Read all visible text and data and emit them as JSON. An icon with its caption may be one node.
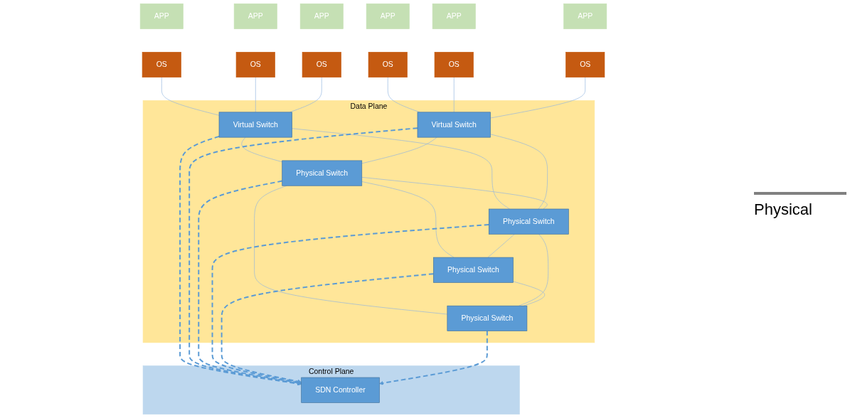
{
  "diagram": {
    "nodes": [
      {
        "text": [
          "Control Plane"
        ]
      },
      {
        "text": [
          "SDN Controller"
        ],
        "in": 0
      },
      {
        "text": [
          "Data Plane"
        ]
      },
      {
        "text": [
          "Virtual Switch"
        ],
        "in": 2
      },
      {
        "text": [
          "Virtual Switch"
        ],
        "in": 2
      },
      {
        "text": [
          "Physical Switch"
        ],
        "in": 2
      },
      {
        "text": [
          "Physical Switch"
        ],
        "in": 2
      },
      {
        "text": [
          "Physical Switch"
        ],
        "in": 2
      },
      {
        "text": [
          "Physical Switch"
        ],
        "in": 2
      },
      {
        "text": [
          "APP"
        ]
      },
      {
        "text": [
          "OS"
        ]
      },
      {
        "text": [
          "APP"
        ]
      },
      {
        "text": [
          "OS"
        ]
      },
      {
        "text": [
          "APP"
        ]
      },
      {
        "text": [
          "OS"
        ]
      },
      {
        "text": [
          "APP"
        ]
      },
      {
        "text": [
          "OS"
        ]
      },
      {
        "text": [
          "APP"
        ]
      },
      {
        "text": [
          "OS"
        ]
      },
      {
        "text": [
          "APP"
        ]
      },
      {
        "text": [
          "OS"
        ]
      }
    ],
    "edges": [
      {
        "from": 10,
        "to": 3,
        "arrow": "none"
      },
      {
        "from": 12,
        "to": 3,
        "arrow": "none"
      },
      {
        "from": 14,
        "to": 3,
        "arrow": "none"
      },
      {
        "from": 16,
        "to": 4,
        "arrow": "none"
      },
      {
        "from": 18,
        "to": 4,
        "arrow": "none"
      },
      {
        "from": 20,
        "to": 4,
        "arrow": "none"
      },
      {
        "from": 3,
        "to": 5,
        "arrow": "none"
      },
      {
        "from": 3,
        "to": 6,
        "arrow": "none"
      },
      {
        "from": 4,
        "to": 5,
        "arrow": "none"
      },
      {
        "from": 4,
        "to": 6,
        "arrow": "none"
      },
      {
        "from": 5,
        "to": 6,
        "arrow": "none"
      },
      {
        "from": 5,
        "to": 7,
        "arrow": "none"
      },
      {
        "from": 5,
        "to": 8,
        "arrow": "none"
      },
      {
        "from": 6,
        "to": 7,
        "arrow": "none"
      },
      {
        "from": 6,
        "to": 8,
        "arrow": "none"
      },
      {
        "from": 7,
        "to": 8,
        "arrow": "none"
      },
      {
        "from": 3,
        "to": 1,
        "arrow": "to",
        "style": "dashed",
        "color": "#5b9bd5"
      },
      {
        "from": 4,
        "to": 1,
        "arrow": "to",
        "style": "dashed",
        "color": "#5b9bd5"
      },
      {
        "from": 5,
        "to": 1,
        "arrow": "to",
        "style": "dashed",
        "color": "#5b9bd5"
      },
      {
        "from": 6,
        "to": 1,
        "arrow": "to",
        "style": "dashed",
        "color": "#5b9bd5"
      },
      {
        "from": 7,
        "to": 1,
        "arrow": "to",
        "style": "dashed",
        "color": "#5b9bd5"
      },
      {
        "from": 8,
        "to": 1,
        "arrow": "to",
        "style": "dashed",
        "color": "#5b9bd5"
      }
    ],
    "labels": [
      "Physical"
    ]
  }
}
